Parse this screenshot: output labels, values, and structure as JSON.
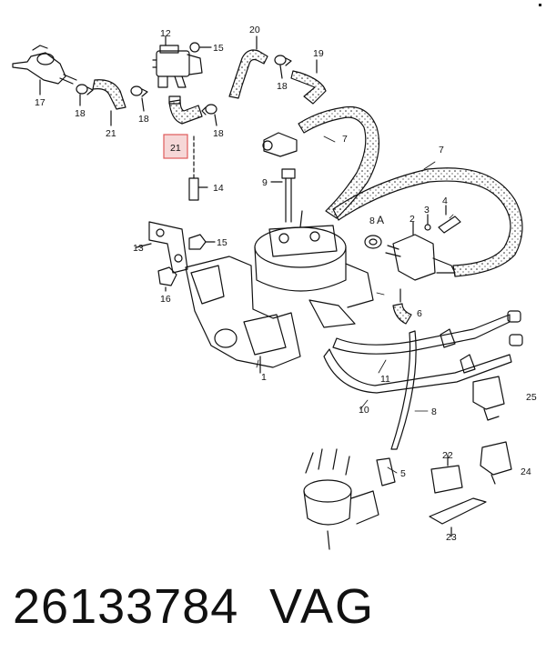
{
  "callouts": {
    "c1": "1",
    "c2": "2",
    "c3": "3",
    "c4": "4",
    "c5": "5",
    "c6": "6",
    "c7a": "7",
    "c7b": "7",
    "c8": "8",
    "c8a": "8",
    "c9": "9",
    "c10": "10",
    "c11": "11",
    "c12": "12",
    "c13": "13",
    "c14": "14",
    "c15a": "15",
    "c15b": "15",
    "c16": "16",
    "c17": "17",
    "c18a": "18",
    "c18b": "18",
    "c18c": "18",
    "c18d": "18",
    "c19": "19",
    "c20": "20",
    "c21a": "21",
    "c21b": "21",
    "c22": "22",
    "c23": "23",
    "c24": "24",
    "c25": "25",
    "detailA": "A"
  },
  "highlight": {
    "color": "#e05a5a",
    "fill": "#f6d7d7"
  },
  "footer": {
    "part_number": "26133784",
    "brand": "VAG"
  }
}
